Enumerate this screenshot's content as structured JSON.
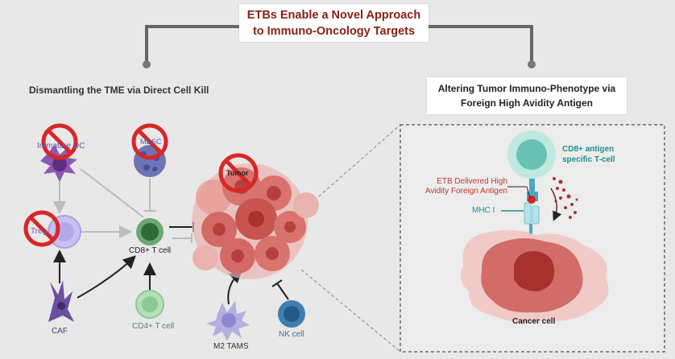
{
  "title": {
    "line1": "ETBs Enable a Novel Approach",
    "line2": "to Immuno-Oncology Targets"
  },
  "left": {
    "heading": "Dismantling the TME via Direct Cell Kill",
    "cells": {
      "immature_dc": "Immature DC",
      "mdsc": "MDSC",
      "treg": "Treg",
      "cd8": "CD8+ T cell",
      "caf": "CAF",
      "cd4": "CD4+ T cell",
      "tumor": "Tumor",
      "m2": "M2 TAMS",
      "nk": "NK cell"
    }
  },
  "right": {
    "heading_line1": "Altering Tumor Immuno-Phenotype  via",
    "heading_line2": "Foreign High Avidity Antigen",
    "cd8_antigen_line1": "CD8+ antigen",
    "cd8_antigen_line2": "specific T-cell",
    "etb_line1": "ETB Delivered High",
    "etb_line2": "Avidity Foreign Antigen",
    "mhc": "MHC I",
    "cancer": "Cancer cell"
  },
  "colors": {
    "title": "#8a1f12",
    "teal": "#1f8f8f",
    "red_label": "#c0392b",
    "no_sign": "#d62828"
  }
}
